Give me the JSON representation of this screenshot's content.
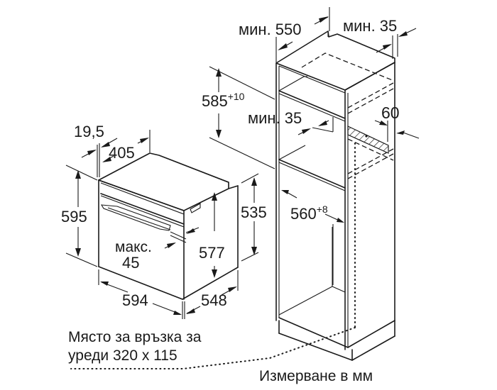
{
  "diagram": {
    "type": "built-in oven installation diagram",
    "units_note": "Измерване в мм",
    "connection_note": {
      "line1": "Място за връзка за",
      "line2": "уреди 320 x 115"
    },
    "oven": {
      "dims": {
        "front_offset": "19,5",
        "top_depth": "405",
        "height": "595",
        "side_height": "535",
        "inner_height": "577",
        "door_max_label": "макс.",
        "door_max_value": "45",
        "width": "594",
        "depth": "548"
      }
    },
    "cabinet": {
      "dims": {
        "min_depth_label": "мин. 550",
        "min_back_gap_label": "мин. 35",
        "niche_height_main": "585",
        "niche_height_tol": "+10",
        "min_shelf_gap_label": "мин. 35",
        "vent_depth": "60",
        "niche_width_main": "560",
        "niche_width_tol": "+8"
      }
    },
    "colors": {
      "line": "#1a1a1a",
      "background": "#ffffff"
    }
  }
}
